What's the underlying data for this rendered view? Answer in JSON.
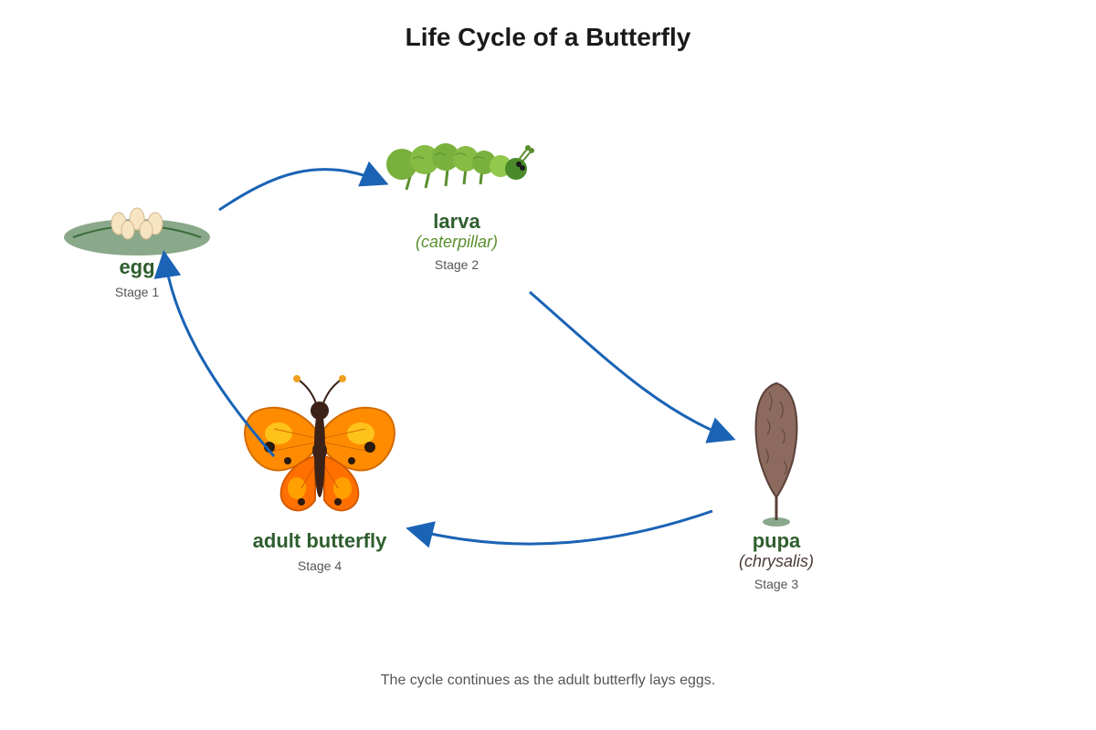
{
  "title": "Life Cycle of a Butterfly",
  "caption": "The cycle continues as the adult butterfly lays eggs.",
  "colors": {
    "arrow": "#1a63b5",
    "label": "#2e5e2e",
    "larva_sub": "#5a8f2e",
    "pupa_sub": "#4a3b35",
    "stage_num": "#555555"
  },
  "stages": {
    "egg": {
      "name": "egg",
      "stage": "Stage 1"
    },
    "larva": {
      "name": "larva",
      "sub": "(caterpillar)",
      "stage": "Stage 2"
    },
    "pupa": {
      "name": "pupa",
      "sub": "(chrysalis)",
      "stage": "Stage 3"
    },
    "adult": {
      "name": "adult butterfly",
      "stage": "Stage 4"
    }
  },
  "icons": [
    "egg-cluster-icon",
    "caterpillar-icon",
    "chrysalis-icon",
    "butterfly-icon"
  ]
}
